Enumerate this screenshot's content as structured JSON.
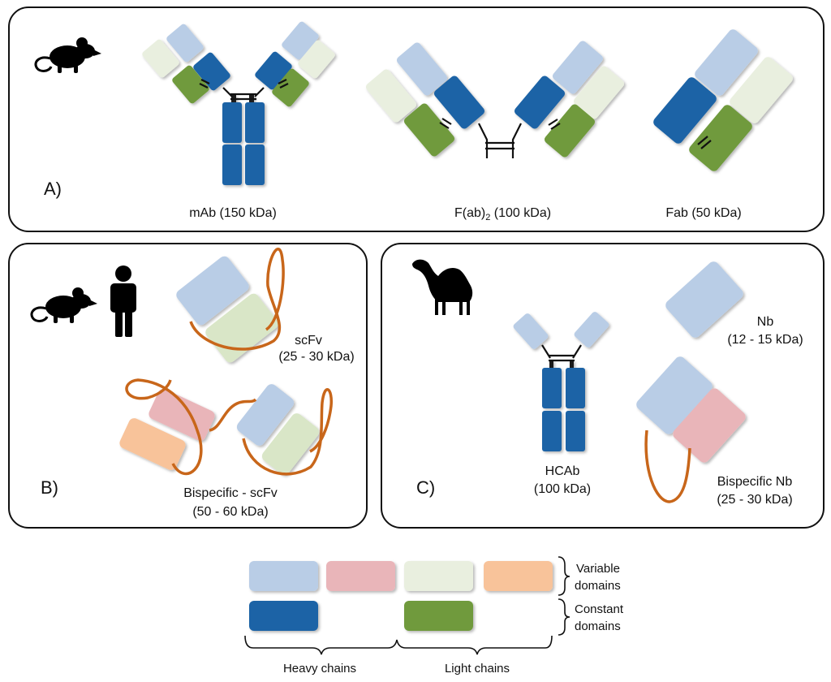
{
  "colors": {
    "heavy_variable": "#b9cde6",
    "heavy_constant": "#1f63a6",
    "light_variable": "#e9efdf",
    "light_constant": "#6f9a3e",
    "variable_pink": "#e9b5b9",
    "variable_orange": "#f8c39a",
    "linker": "#c8661a",
    "panel_border": "#111111"
  },
  "panels": {
    "a": {
      "letter": "A)",
      "species_icons": [
        "mouse-icon"
      ],
      "labels": {
        "mab": "mAb (150 kDa)",
        "fab2_pre": "F(ab)",
        "fab2_sub": "2",
        "fab2_post": " (100 kDa)",
        "fab": "Fab (50 kDa)"
      }
    },
    "b": {
      "letter": "B)",
      "species_icons": [
        "mouse-icon",
        "human-icon"
      ],
      "labels": {
        "scfv_name": "scFv",
        "scfv_mass": "(25 - 30 kDa)",
        "bispecific_name": "Bispecific - scFv",
        "bispecific_mass": "(50 - 60 kDa)"
      }
    },
    "c": {
      "letter": "C)",
      "species_icons": [
        "camel-icon"
      ],
      "labels": {
        "hcab_name": "HCAb",
        "hcab_mass": "(100 kDa)",
        "nb_name": "Nb",
        "nb_mass": "(12 - 15 kDa)",
        "bispecific_nb_name": "Bispecific Nb",
        "bispecific_nb_mass": "(25 - 30 kDa)"
      }
    }
  },
  "legend": {
    "variable_line1": "Variable",
    "variable_line2": "domains",
    "constant_line1": "Constant",
    "constant_line2": "domains",
    "heavy_chains": "Heavy chains",
    "light_chains": "Light chains"
  }
}
